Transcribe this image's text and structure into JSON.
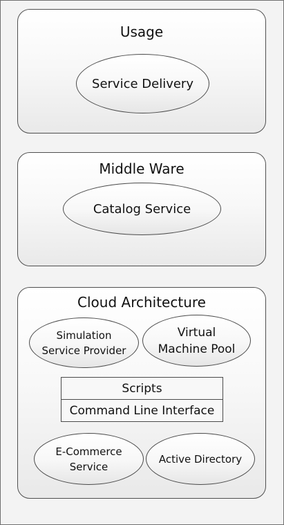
{
  "diagram": {
    "usage": {
      "title": "Usage",
      "service_delivery": "Service Delivery"
    },
    "middle_ware": {
      "title": "Middle Ware",
      "catalog_service": "Catalog Service"
    },
    "cloud_architecture": {
      "title": "Cloud Architecture",
      "simulation_service_provider": "Simulation\nService Provider",
      "virtual_machine_pool": "Virtual\nMachine Pool",
      "scripts": "Scripts",
      "command_line_interface": "Command Line Interface",
      "ecommerce_service": "E-Commerce\nService",
      "active_directory": "Active Directory"
    }
  }
}
